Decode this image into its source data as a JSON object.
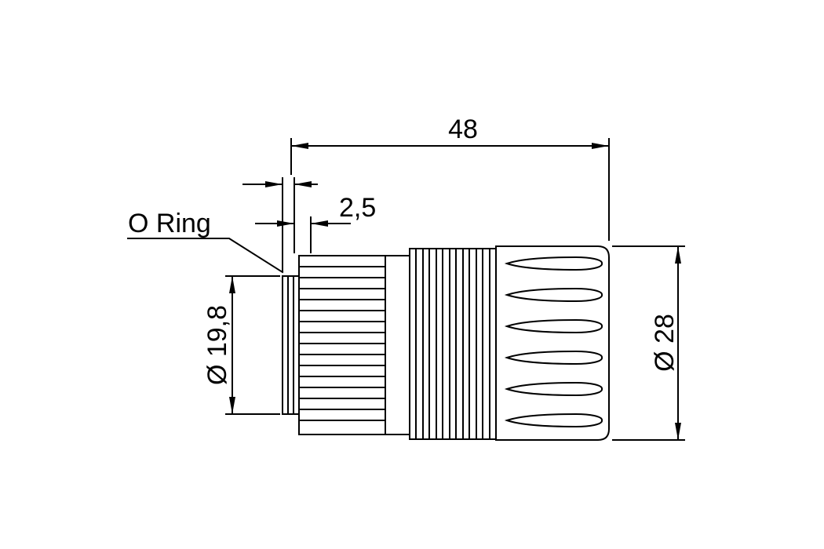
{
  "drawing": {
    "dimensions": {
      "overall_length": "48",
      "oring_offset": "2,5",
      "front_diameter": "Ø 19,8",
      "housing_diameter": "Ø 28"
    },
    "annotations": {
      "oring_label": "O Ring"
    },
    "colors": {
      "line": "#000000",
      "background": "#ffffff"
    }
  }
}
